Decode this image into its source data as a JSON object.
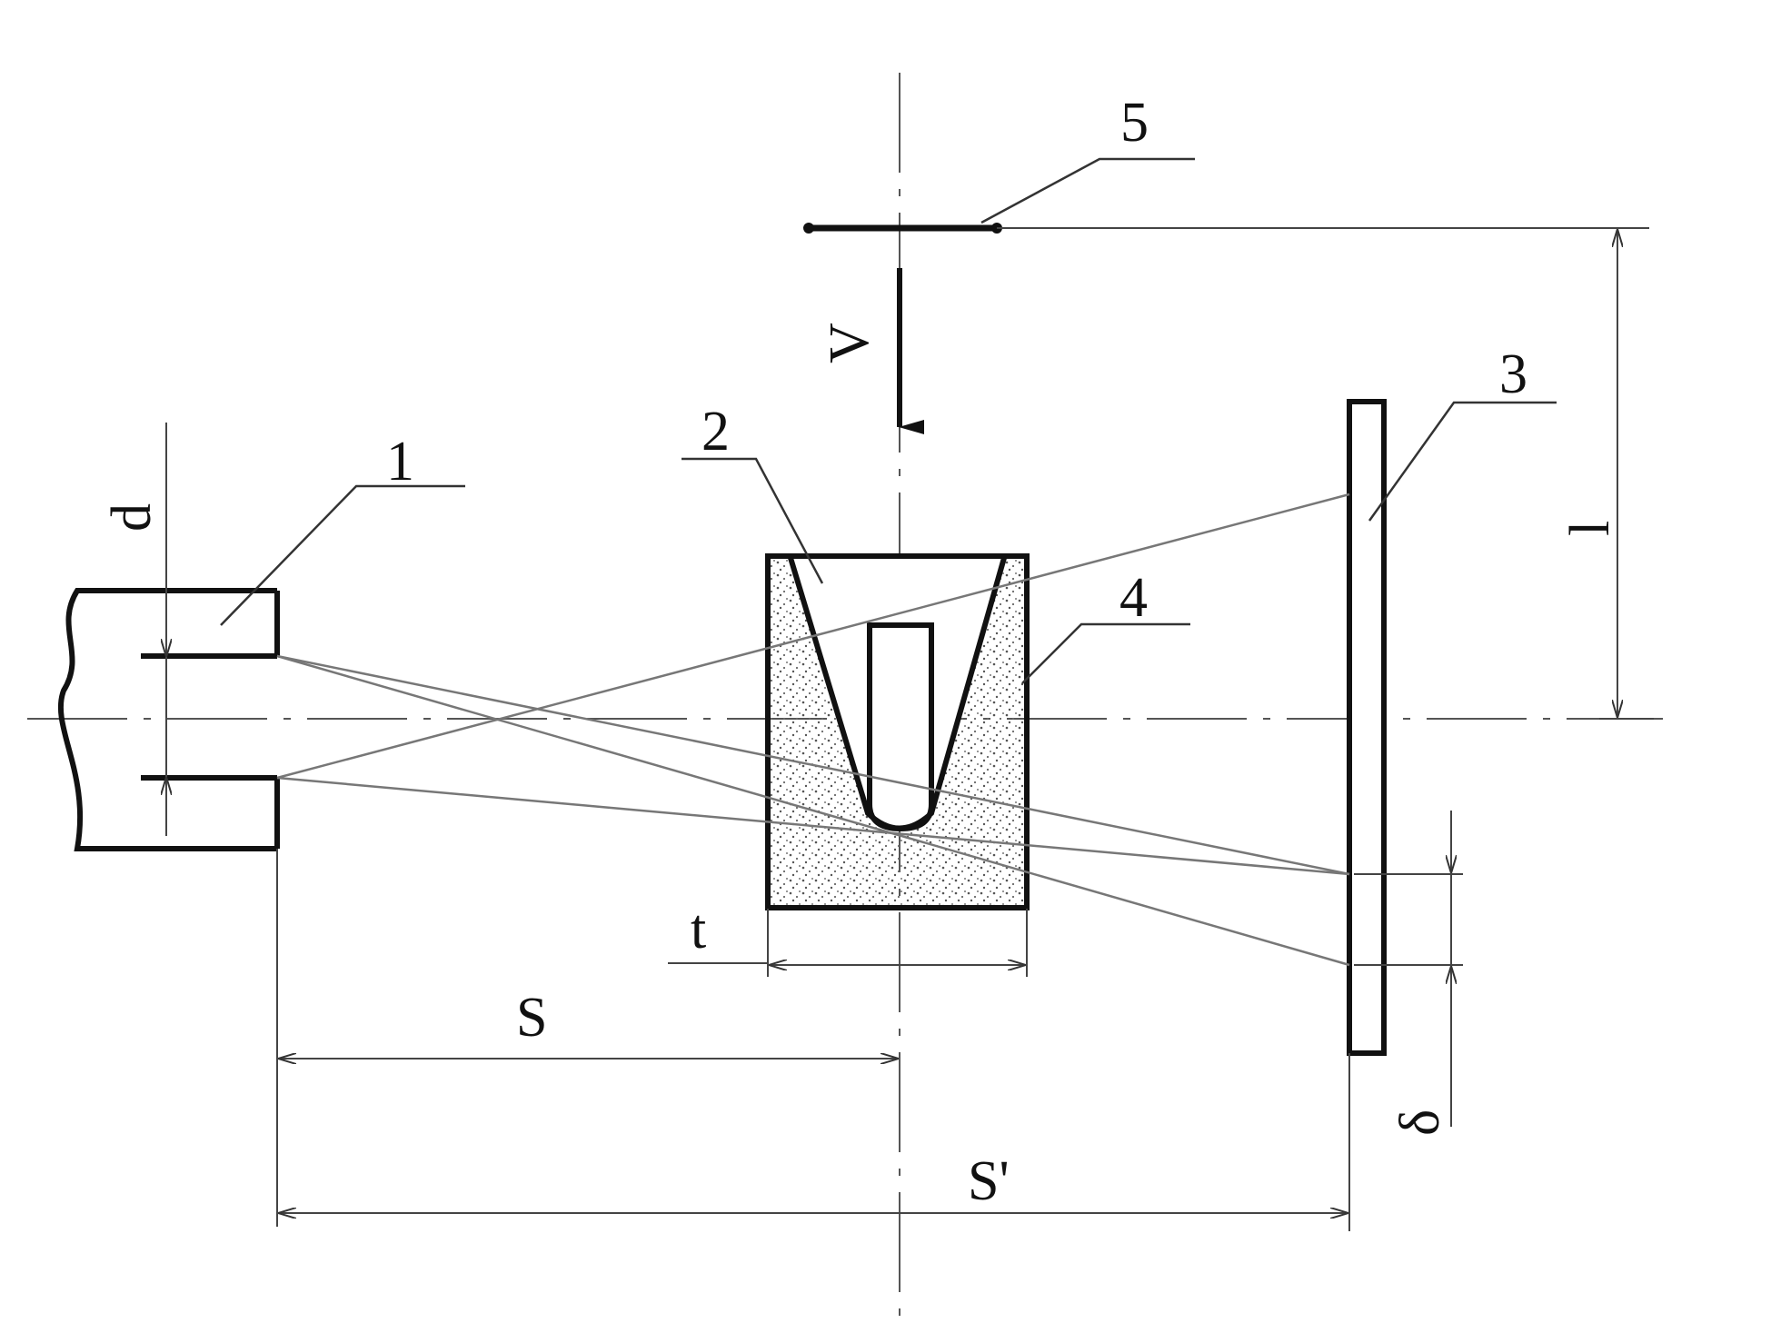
{
  "labels": {
    "source": "1",
    "object": "2",
    "screen": "3",
    "filler": "4",
    "marker": "5",
    "aperture": "d",
    "velocity": "V",
    "height": "l",
    "thickness": "t",
    "distance_object": "S",
    "distance_screen": "S'",
    "shift": "δ"
  },
  "colors": {
    "ink": "#111111",
    "ray": "#777777",
    "stipple": "#555555",
    "background": "#ffffff"
  }
}
